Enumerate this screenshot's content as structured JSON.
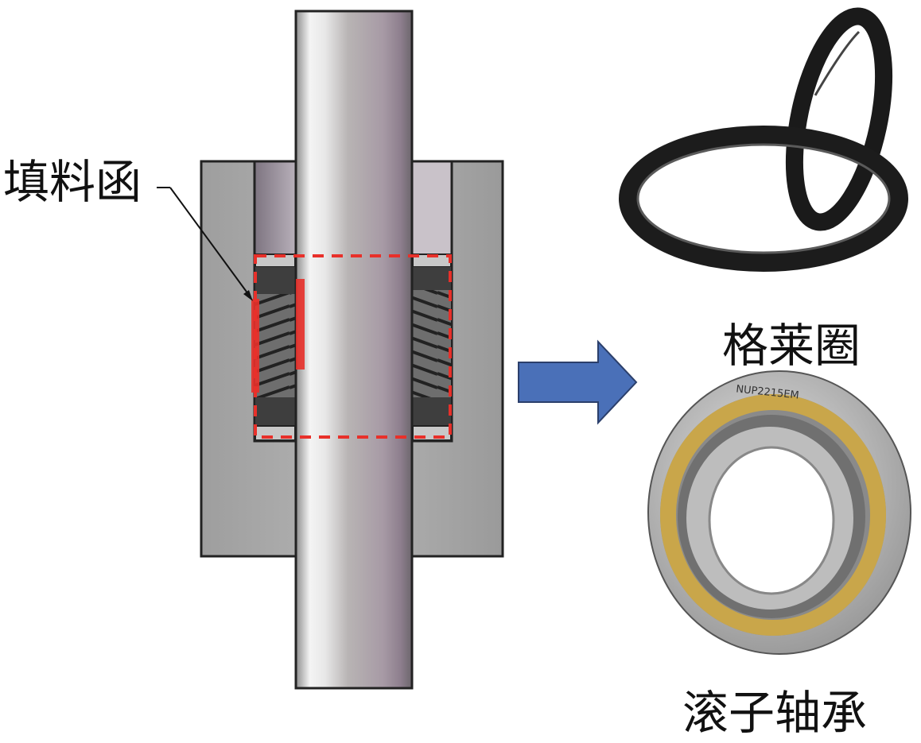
{
  "labels": {
    "stuffing_box": "填料函",
    "glyd_ring": "格莱圈",
    "roller_bearing": "滚子轴承"
  },
  "bearing_marking": "NUP2215EM",
  "colors": {
    "arrow": "#4a70b8",
    "highlight": "#e8302a",
    "housing": "#a3a3a3"
  }
}
